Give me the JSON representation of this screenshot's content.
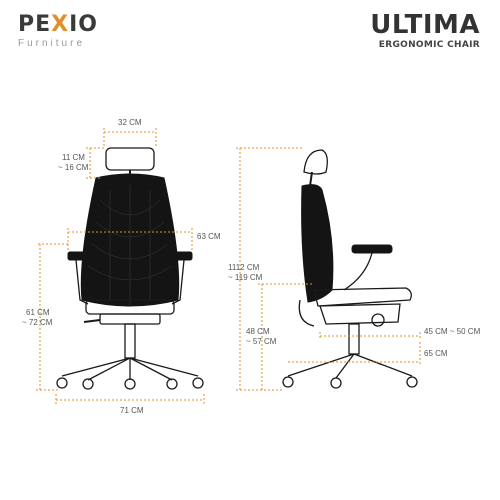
{
  "brand": {
    "name_left": "PE",
    "name_x": "X",
    "name_right": "IO",
    "subtitle": "Furniture"
  },
  "product": {
    "name": "ULTIMA",
    "subtitle": "ERGONOMIC CHAIR"
  },
  "dimensions": {
    "headrest_width": "32 CM",
    "headrest_height_a": "11 CM",
    "headrest_height_b": "~ 16 CM",
    "back_width": "63 CM",
    "armrest_height_a": "61 CM",
    "armrest_height_b": "~ 72 CM",
    "base_width": "71 CM",
    "total_height_a": "1112 CM",
    "total_height_b": "~ 119 CM",
    "seat_height_a": "48 CM",
    "seat_height_b": "~ 57 CM",
    "seat_depth": "45 CM ~ 50 CM",
    "depth": "65 CM"
  },
  "colors": {
    "accent": "#e0902a",
    "brand_x": "#e0902a",
    "chair": "#141414"
  }
}
